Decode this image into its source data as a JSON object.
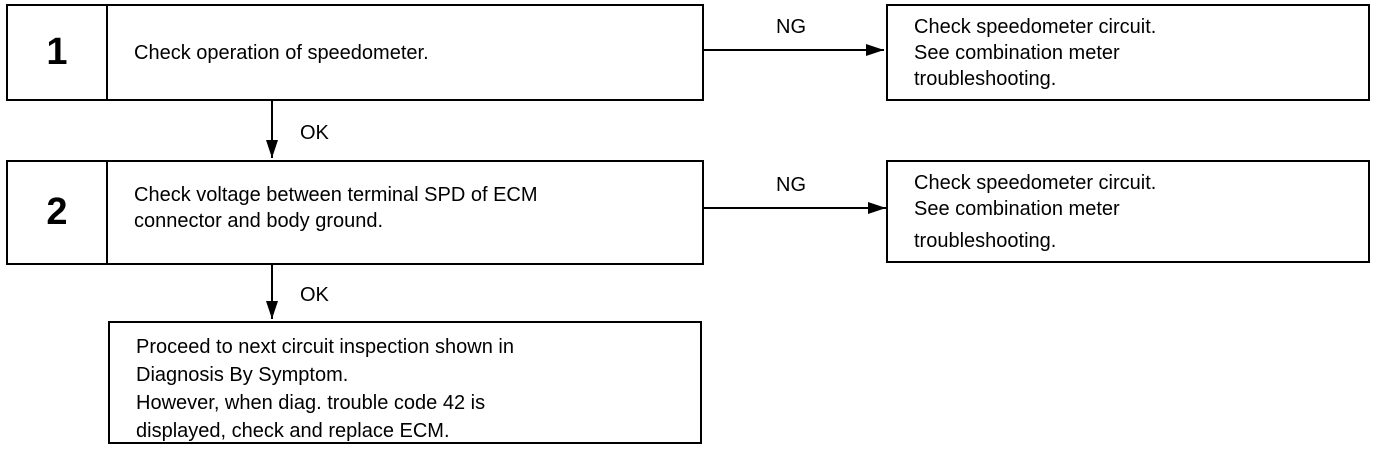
{
  "steps": [
    {
      "number": "1",
      "text": "Check operation of speedometer."
    },
    {
      "number": "2",
      "text_lines": [
        "Check voltage between terminal SPD of ECM",
        "connector and body ground."
      ]
    }
  ],
  "results": [
    {
      "lines": [
        "Check speedometer circuit.",
        "See combination meter",
        "troubleshooting."
      ]
    },
    {
      "lines": [
        "Check speedometer circuit.",
        "See combination meter",
        "troubleshooting."
      ]
    }
  ],
  "final": {
    "lines": [
      "Proceed to next circuit inspection shown in",
      "Diagnosis By Symptom.",
      "However, when diag. trouble code 42 is",
      "displayed, check and replace ECM."
    ]
  },
  "labels": {
    "ng": "NG",
    "ok": "OK"
  }
}
